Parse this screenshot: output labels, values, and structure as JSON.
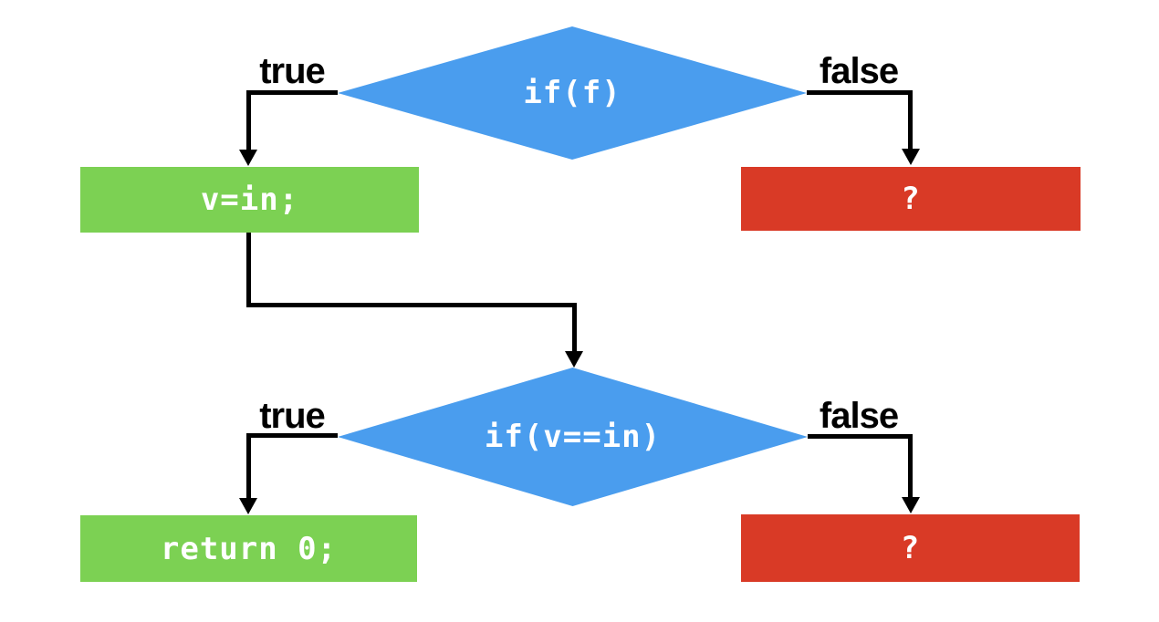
{
  "diagram": {
    "type": "flowchart",
    "background": "#ffffff",
    "colors": {
      "decision_fill": "#4a9dee",
      "true_branch_fill": "#7cd153",
      "false_branch_fill": "#d93a26",
      "edge_color": "#000000",
      "node_text_color": "#ffffff",
      "branch_label_color": "#000000"
    },
    "nodes": {
      "decision1": {
        "shape": "diamond",
        "label": "if(f)"
      },
      "process_true1": {
        "shape": "rect",
        "label": "v=in;"
      },
      "process_false1": {
        "shape": "rect",
        "label": "?"
      },
      "decision2": {
        "shape": "diamond",
        "label": "if(v==in)"
      },
      "process_true2": {
        "shape": "rect",
        "label": "return 0;"
      },
      "process_false2": {
        "shape": "rect",
        "label": "?"
      }
    },
    "edges": {
      "decision1_true": {
        "label": "true",
        "from": "decision1",
        "to": "process_true1"
      },
      "decision1_false": {
        "label": "false",
        "from": "decision1",
        "to": "process_false1"
      },
      "process1_to_decision2": {
        "label": "",
        "from": "process_true1",
        "to": "decision2"
      },
      "decision2_true": {
        "label": "true",
        "from": "decision2",
        "to": "process_true2"
      },
      "decision2_false": {
        "label": "false",
        "from": "decision2",
        "to": "process_false2"
      }
    }
  }
}
